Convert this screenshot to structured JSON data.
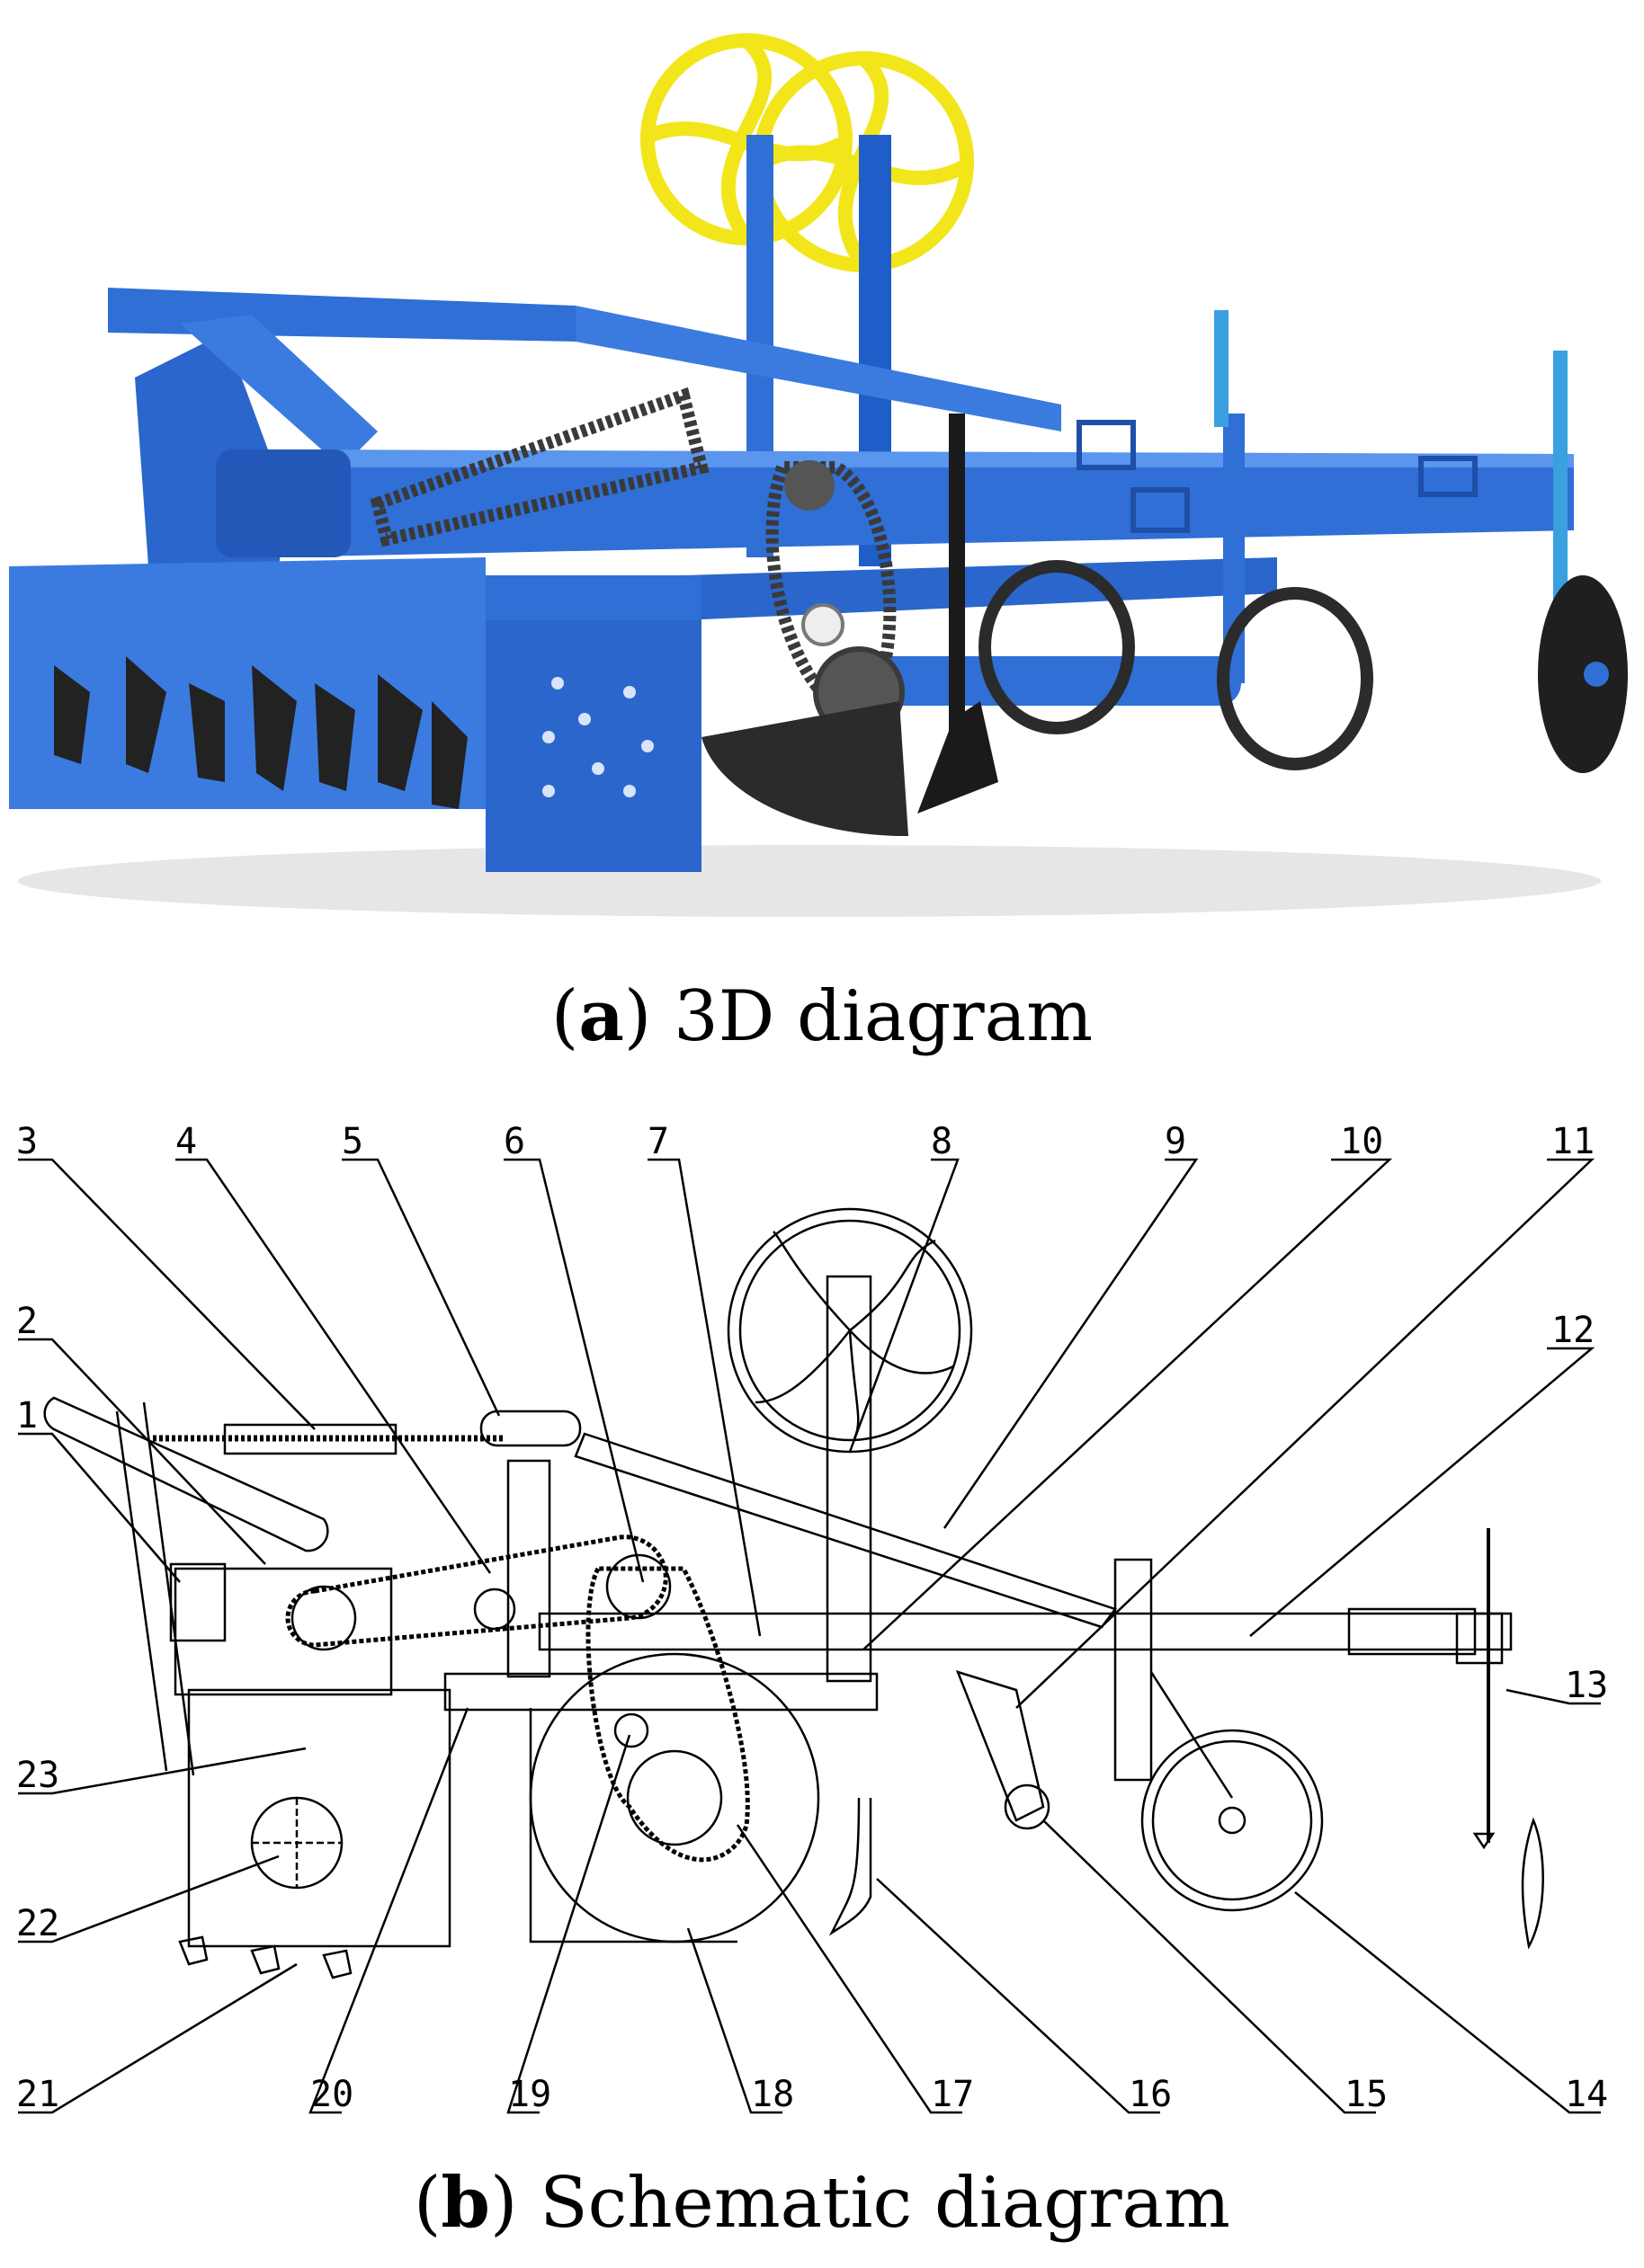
{
  "figure": {
    "panel_a": {
      "letter": "a",
      "caption": "3D diagram",
      "colors": {
        "frame": "#2f6fd6",
        "frame_dark": "#1f4fa8",
        "wheel": "#f2e61a",
        "blade": "#2a2a2a",
        "chain": "#3a3a3a"
      }
    },
    "panel_b": {
      "letter": "b",
      "caption": "Schematic diagram",
      "callouts": [
        "1",
        "2",
        "3",
        "4",
        "5",
        "6",
        "7",
        "8",
        "9",
        "10",
        "11",
        "12",
        "13",
        "14",
        "15",
        "16",
        "17",
        "18",
        "19",
        "20",
        "21",
        "22",
        "23"
      ]
    }
  }
}
